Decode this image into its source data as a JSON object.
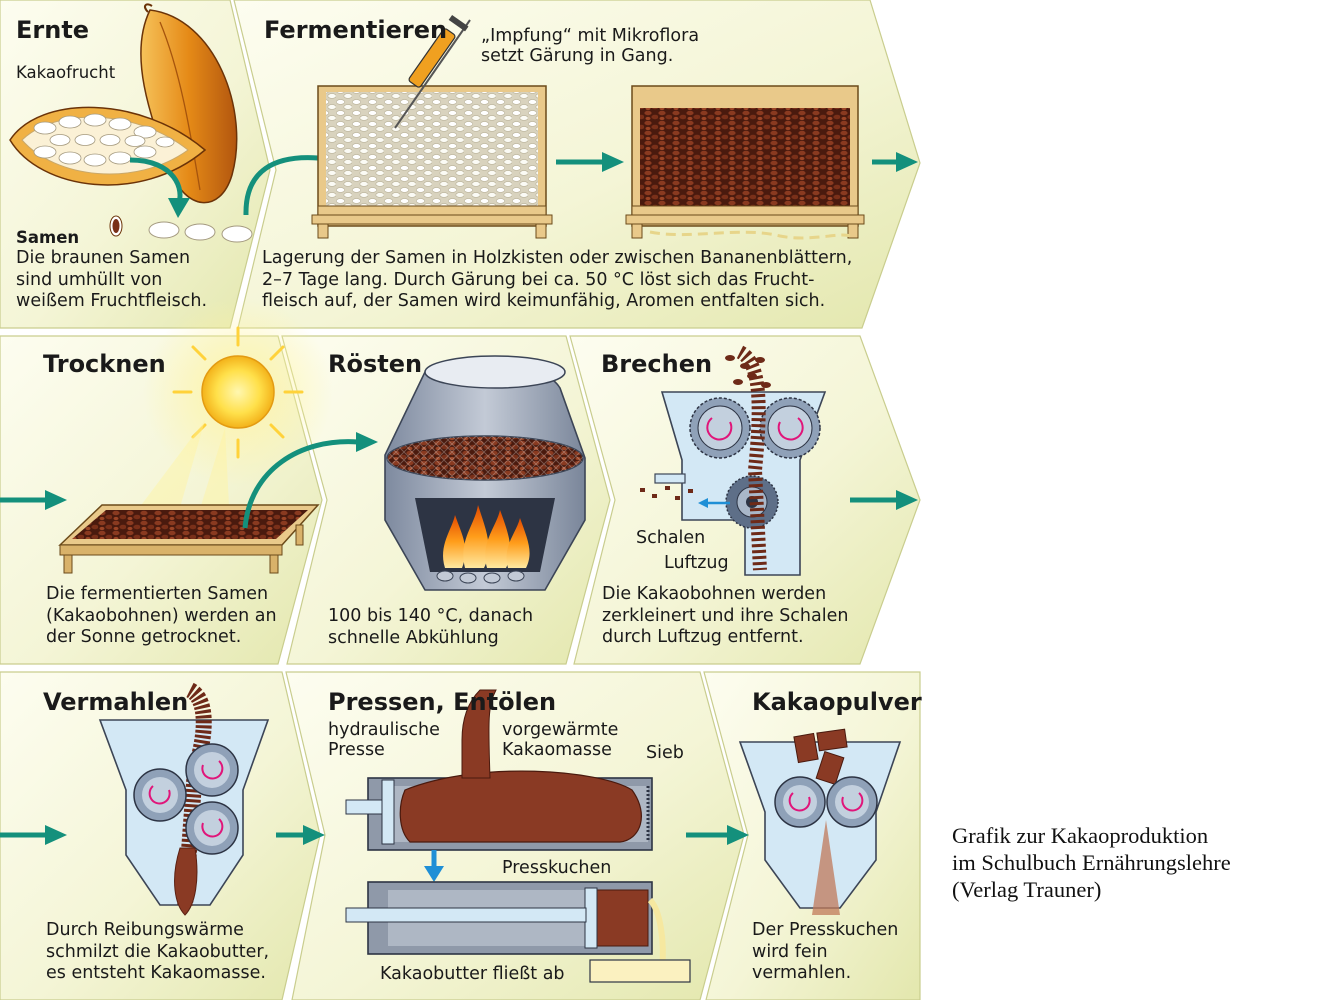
{
  "colors": {
    "panel_light": "#fbfbe6",
    "panel_dark": "#e6e9b6",
    "teal": "#14907c",
    "wood": "#e9c98a",
    "bean": "#6e2a18",
    "steel": "#9aa6b8",
    "mass": "#8a3a24",
    "sky": "#cbe6f5"
  },
  "steps": {
    "ernte": {
      "title": "Ernte",
      "fruit_label": "Kakaofrucht",
      "seed_heading": "Samen",
      "text": "Die braunen Samen\nsind umhüllt von\nweißem Fruchtfleisch."
    },
    "fermentieren": {
      "title": "Fermentieren",
      "note": "„Impfung“ mit Mikroflora\nsetzt Gärung in Gang.",
      "text": "Lagerung der Samen in Holzkisten oder zwischen Bananenblättern,\n2–7 Tage lang. Durch Gärung bei ca. 50 °C löst sich das Frucht-\nfleisch auf, der Samen wird keimunfähig, Aromen entfalten sich."
    },
    "trocknen": {
      "title": "Trocknen",
      "text": "Die fermentierten Samen\n(Kakaobohnen) werden an\nder Sonne getrocknet."
    },
    "roesten": {
      "title": "Rösten",
      "text": "100 bis 140 °C, danach\nschnelle Abkühlung"
    },
    "brechen": {
      "title": "Brechen",
      "label_shells": "Schalen",
      "label_air": "Luftzug",
      "text": "Die Kakaobohnen werden\nzerkleinert und ihre Schalen\ndurch Luftzug entfernt."
    },
    "vermahlen": {
      "title": "Vermahlen",
      "text": "Durch Reibungswärme\nschmilzt die Kakaobutter,\nes entsteht Kakaomasse."
    },
    "pressen": {
      "title": "Pressen, Entölen",
      "label_press": "hydraulische\nPresse",
      "label_mass": "vorgewärmte\nKakaomasse",
      "label_sieve": "Sieb",
      "label_cake": "Presskuchen",
      "label_butter": "Kakaobutter fließt ab"
    },
    "kakaopulver": {
      "title": "Kakaopulver",
      "text": "Der Presskuchen\nwird fein\nvermahlen."
    }
  },
  "credit": "Grafik zur Kakaoproduktion\nim Schulbuch Ernährungslehre\n(Verlag Trauner)"
}
